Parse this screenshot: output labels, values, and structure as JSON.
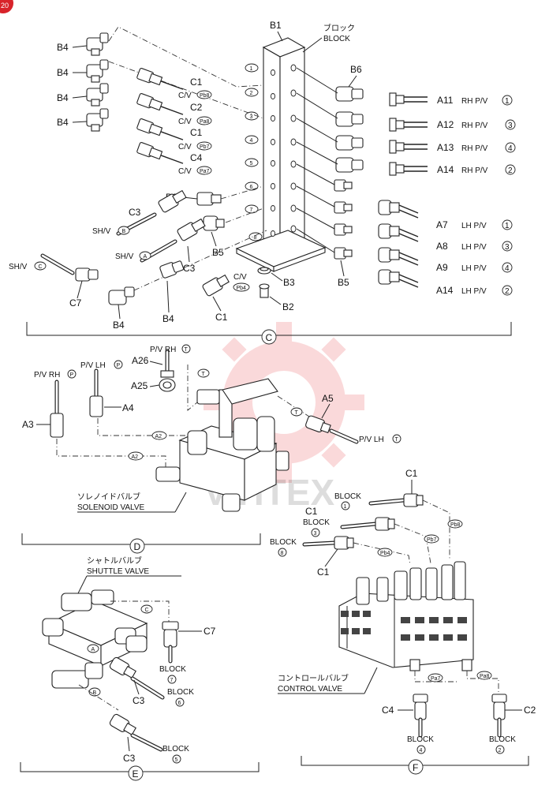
{
  "corner_badge": "20",
  "watermark": "VIHTEX",
  "section_c": {
    "label": "C",
    "block": {
      "code": "B1",
      "jp": "ブロック",
      "en": "BLOCK",
      "ports": [
        "1",
        "2",
        "3",
        "4",
        "5",
        "6",
        "7",
        "8"
      ]
    },
    "b4_labels": [
      "B4",
      "B4",
      "B4",
      "B4"
    ],
    "check_valves": [
      {
        "code": "C1",
        "tag": "Pb8"
      },
      {
        "code": "C2",
        "tag": "Pa8"
      },
      {
        "code": "C1",
        "tag": "Pb7"
      },
      {
        "code": "C4",
        "tag": "Pa7"
      }
    ],
    "cv_prefix": "C/V",
    "rh_hoses": [
      {
        "code": "A11",
        "side": "RH P/V",
        "num": "1"
      },
      {
        "code": "A12",
        "side": "RH P/V",
        "num": "3"
      },
      {
        "code": "A13",
        "side": "RH P/V",
        "num": "4"
      },
      {
        "code": "A14",
        "side": "RH P/V",
        "num": "2"
      }
    ],
    "lh_hoses": [
      {
        "code": "A7",
        "side": "LH P/V",
        "num": "1"
      },
      {
        "code": "A8",
        "side": "LH P/V",
        "num": "3"
      },
      {
        "code": "A9",
        "side": "LH P/V",
        "num": "4"
      },
      {
        "code": "A14",
        "side": "LH P/V",
        "num": "2"
      }
    ],
    "misc": {
      "b6_top": "B6",
      "b6_mid": "B6",
      "c3_a": "C3",
      "c3_b": "C3",
      "b5_a": "B5",
      "b5_b": "B5",
      "b3": "B3",
      "b2": "B2",
      "c1_bottom": "C1",
      "b4_bottom_a": "B4",
      "b4_bottom_b": "B4",
      "c7": "C7",
      "shv_b": "SH/V",
      "shv_b_tag": "B",
      "shv_a": "SH/V",
      "shv_a_tag": "A",
      "shv_c": "SH/V",
      "shv_c_tag": "C",
      "cv_pb4": "C/V",
      "cv_pb4_tag": "Pb4"
    }
  },
  "section_d": {
    "label": "D",
    "pv_rh_t": "P/V RH",
    "pv_rh_t_tag": "T",
    "pv_lh_p": "P/V LH",
    "pv_lh_p_tag": "P",
    "pv_rh_p": "P/V RH",
    "pv_rh_p_tag": "P",
    "pv_lh_t": "P/V LH",
    "pv_lh_t_tag": "T",
    "a26": "A26",
    "a25": "A25",
    "a4": "A4",
    "a3": "A3",
    "a5": "A5",
    "a2_tag": "A2",
    "t_tag": "T",
    "jp": "ソレノイドバルブ",
    "en": "SOLENOID VALVE"
  },
  "section_e": {
    "label": "E",
    "jp": "シャトルバルブ",
    "en": "SHUTTLE VALVE",
    "tag_c": "C",
    "tag_a": "A",
    "tag_b": "B",
    "c7": "C7",
    "c3_a": "C3",
    "c3_b": "C3",
    "block_word": "BLOCK",
    "block_7": "7",
    "block_6": "6",
    "block_5": "5"
  },
  "section_f": {
    "label": "F",
    "c1_a": "C1",
    "c1_b": "C1",
    "c1_c": "C1",
    "block_word": "BLOCK",
    "block_1": "1",
    "block_3": "3",
    "block_8": "8",
    "block_4": "4",
    "block_2": "2",
    "pb8": "Pb8",
    "pb7": "Pb7",
    "pb4": "Pb4",
    "pa7": "Pa7",
    "pa8": "Pa8",
    "c4": "C4",
    "c2": "C2",
    "jp": "コントロールバルブ",
    "en": "CONTROL VALVE"
  }
}
